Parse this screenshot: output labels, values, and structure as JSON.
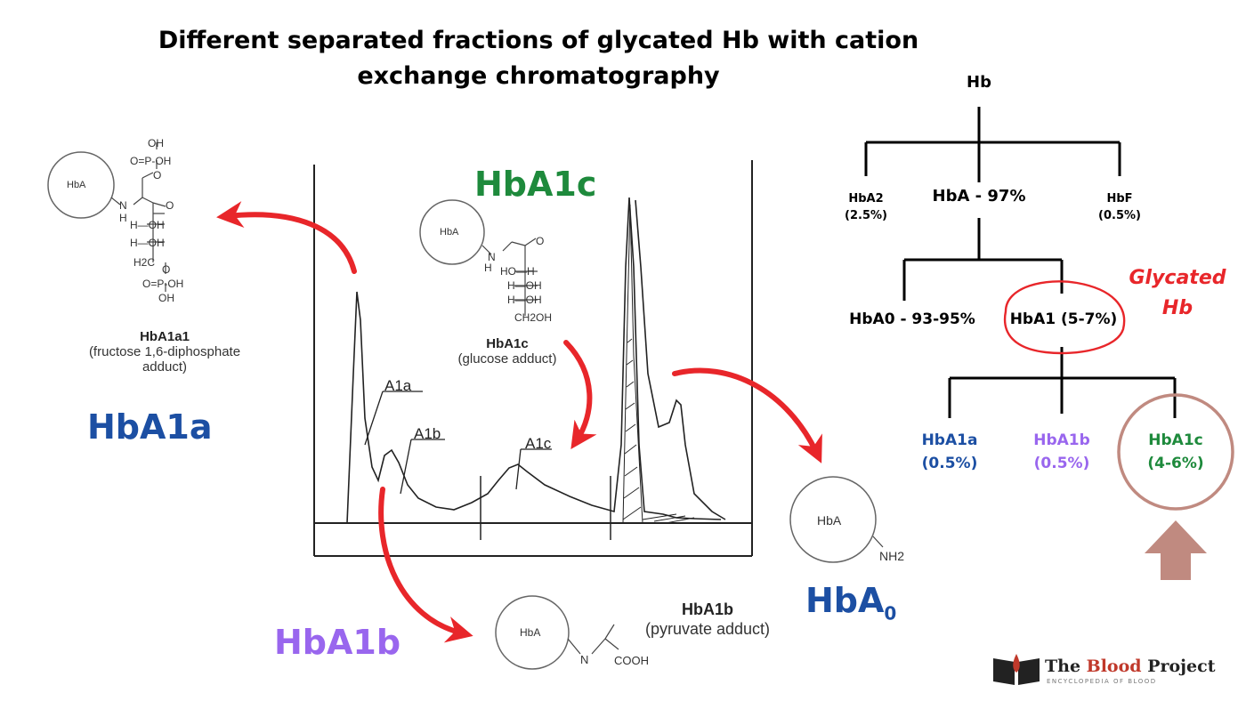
{
  "title": {
    "line1": "Different separated fractions of glycated Hb with cation",
    "line2": "exchange chromatography"
  },
  "chromatogram": {
    "peak_labels": [
      "A1a",
      "A1b",
      "A1c"
    ]
  },
  "structures": {
    "hba_label": "HbA",
    "hba1a1": {
      "caption_title": "HbA1a1",
      "caption_line1": "(fructose 1,6-diphosphate",
      "caption_line2": "adduct)",
      "atoms": {
        "oh": "OH",
        "opo": "O=P-OH",
        "o": "O",
        "nh": "N",
        "h": "H",
        "o_keto": "O",
        "h_oh1": "H—OH",
        "h_oh2": "H—OH",
        "h2c": "H2C",
        "oh_bottom": "OH"
      }
    },
    "hba1c": {
      "caption_title": "HbA1c",
      "caption_line1": "(glucose adduct)",
      "atoms": {
        "nh": "N",
        "h": "H",
        "o": "O",
        "ho_h": "HO—H",
        "h_oh1": "H—OH",
        "h_oh2": "H—OH",
        "ch2oh": "CH2OH"
      }
    },
    "hba1b": {
      "caption_title": "HbA1b",
      "caption_line1": "(pyruvate adduct)",
      "atoms": {
        "n": "N",
        "cooh": "COOH"
      }
    },
    "hba0": {
      "nh2": "NH2"
    }
  },
  "big_labels": {
    "hba1a": "HbA1a",
    "hba1c": "HbA1c",
    "hba1b": "HbA1b",
    "hba0_main": "HbA",
    "hba0_sub": "0"
  },
  "tree": {
    "root": "Hb",
    "hba2": {
      "name": "HbA2",
      "pct": "(2.5%)"
    },
    "hba": "HbA - 97%",
    "hbf": {
      "name": "HbF",
      "pct": "(0.5%)"
    },
    "hba0": "HbA0 - 93-95%",
    "hba1": "HbA1 (5-7%)",
    "glycated_line1": "Glycated",
    "glycated_line2": "Hb",
    "hba1a": {
      "name": "HbA1a",
      "pct": "(0.5%)"
    },
    "hba1b": {
      "name": "HbA1b",
      "pct": "(0.5%)"
    },
    "hba1c": {
      "name": "HbA1c",
      "pct": "(4-6%)"
    }
  },
  "logo": {
    "the": "The ",
    "blood": "Blood",
    "project": " Project",
    "tagline": "ENCYCLOPEDIA OF BLOOD"
  },
  "colors": {
    "red_arrow": "#e8262a",
    "hba1a_blue": "#1c4fa3",
    "hba1b_purple": "#9966ee",
    "hba1c_green": "#1e8a3c",
    "glycated_red": "#e8262a",
    "brown_circle": "#c08a80"
  }
}
